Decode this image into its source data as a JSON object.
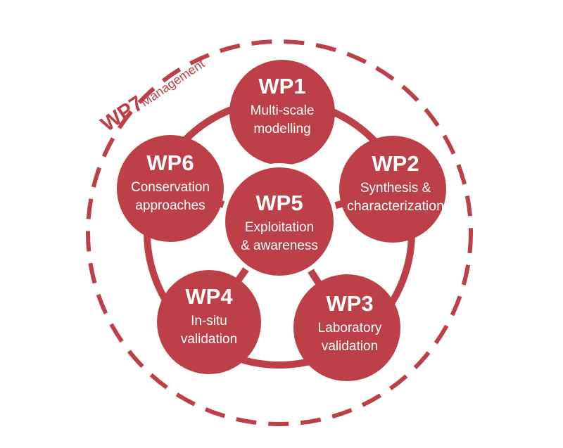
{
  "colors": {
    "primary": "#bd4049",
    "background": "#ffffff",
    "text_on_node": "#ffffff"
  },
  "management": {
    "code": "WP7",
    "label": "Management"
  },
  "nodes": {
    "wp1": {
      "code": "WP1",
      "line1": "Multi-scale",
      "line2": "modelling"
    },
    "wp2": {
      "code": "WP2",
      "line1": "Synthesis &",
      "line2": "characterization"
    },
    "wp3": {
      "code": "WP3",
      "line1": "Laboratory",
      "line2": "validation"
    },
    "wp4": {
      "code": "WP4",
      "line1": "In-situ",
      "line2": "validation"
    },
    "wp5": {
      "code": "WP5",
      "line1": "Exploitation",
      "line2": "& awareness"
    },
    "wp6": {
      "code": "WP6",
      "line1": "Conservation",
      "line2": "approaches"
    }
  }
}
